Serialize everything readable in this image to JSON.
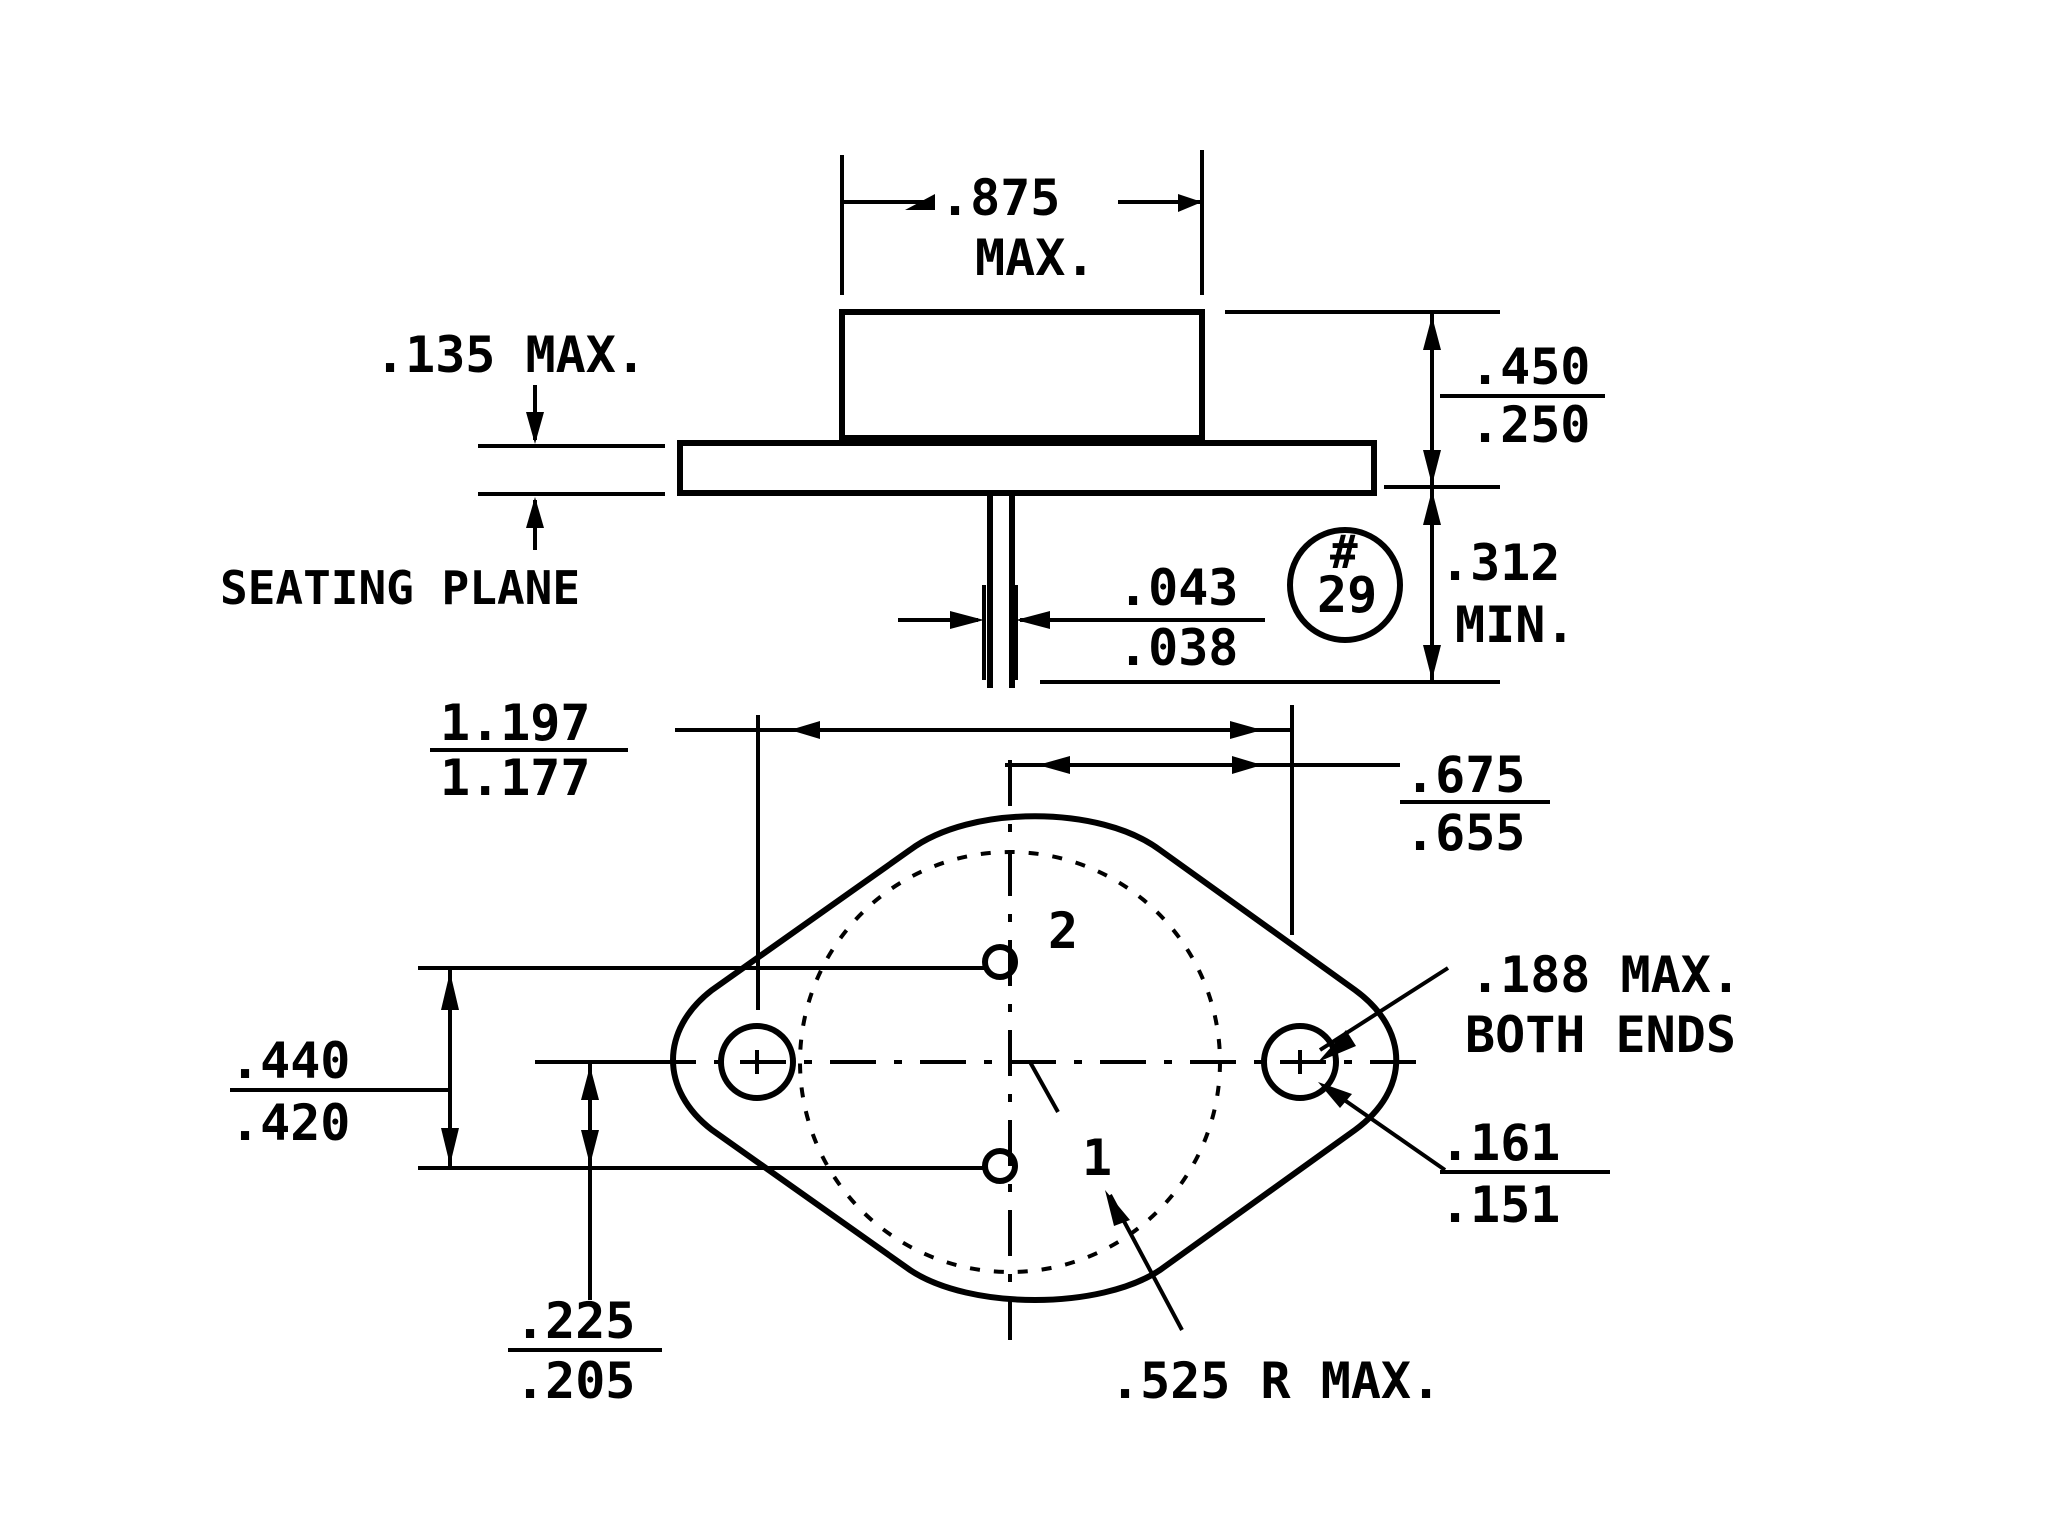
{
  "diagram": {
    "width_top": {
      "value": ".875",
      "note": "MAX."
    },
    "flange_thickness": {
      "value": ".135 MAX.",
      "label": "SEATING PLANE"
    },
    "height": {
      "upper": ".450",
      "lower": ".250"
    },
    "pin_length": {
      "value": ".312",
      "note": "MIN."
    },
    "pin_dia": {
      "upper": ".043",
      "lower": ".038"
    },
    "case_code": {
      "symbol": "#",
      "number": "29"
    },
    "overall_length": {
      "upper": "1.197",
      "lower": "1.177"
    },
    "hole_spacing": {
      "upper": ".675",
      "lower": ".655"
    },
    "mount_hole": {
      "value": ".188 MAX.",
      "note": "BOTH ENDS"
    },
    "hole_dia": {
      "upper": ".161",
      "lower": ".151"
    },
    "pin_spacing": {
      "upper": ".440",
      "lower": ".420"
    },
    "pin_offset": {
      "upper": ".225",
      "lower": ".205"
    },
    "radius": {
      "value": ".525 R MAX."
    },
    "pin_labels": {
      "pin1": "1",
      "pin2": "2"
    }
  }
}
